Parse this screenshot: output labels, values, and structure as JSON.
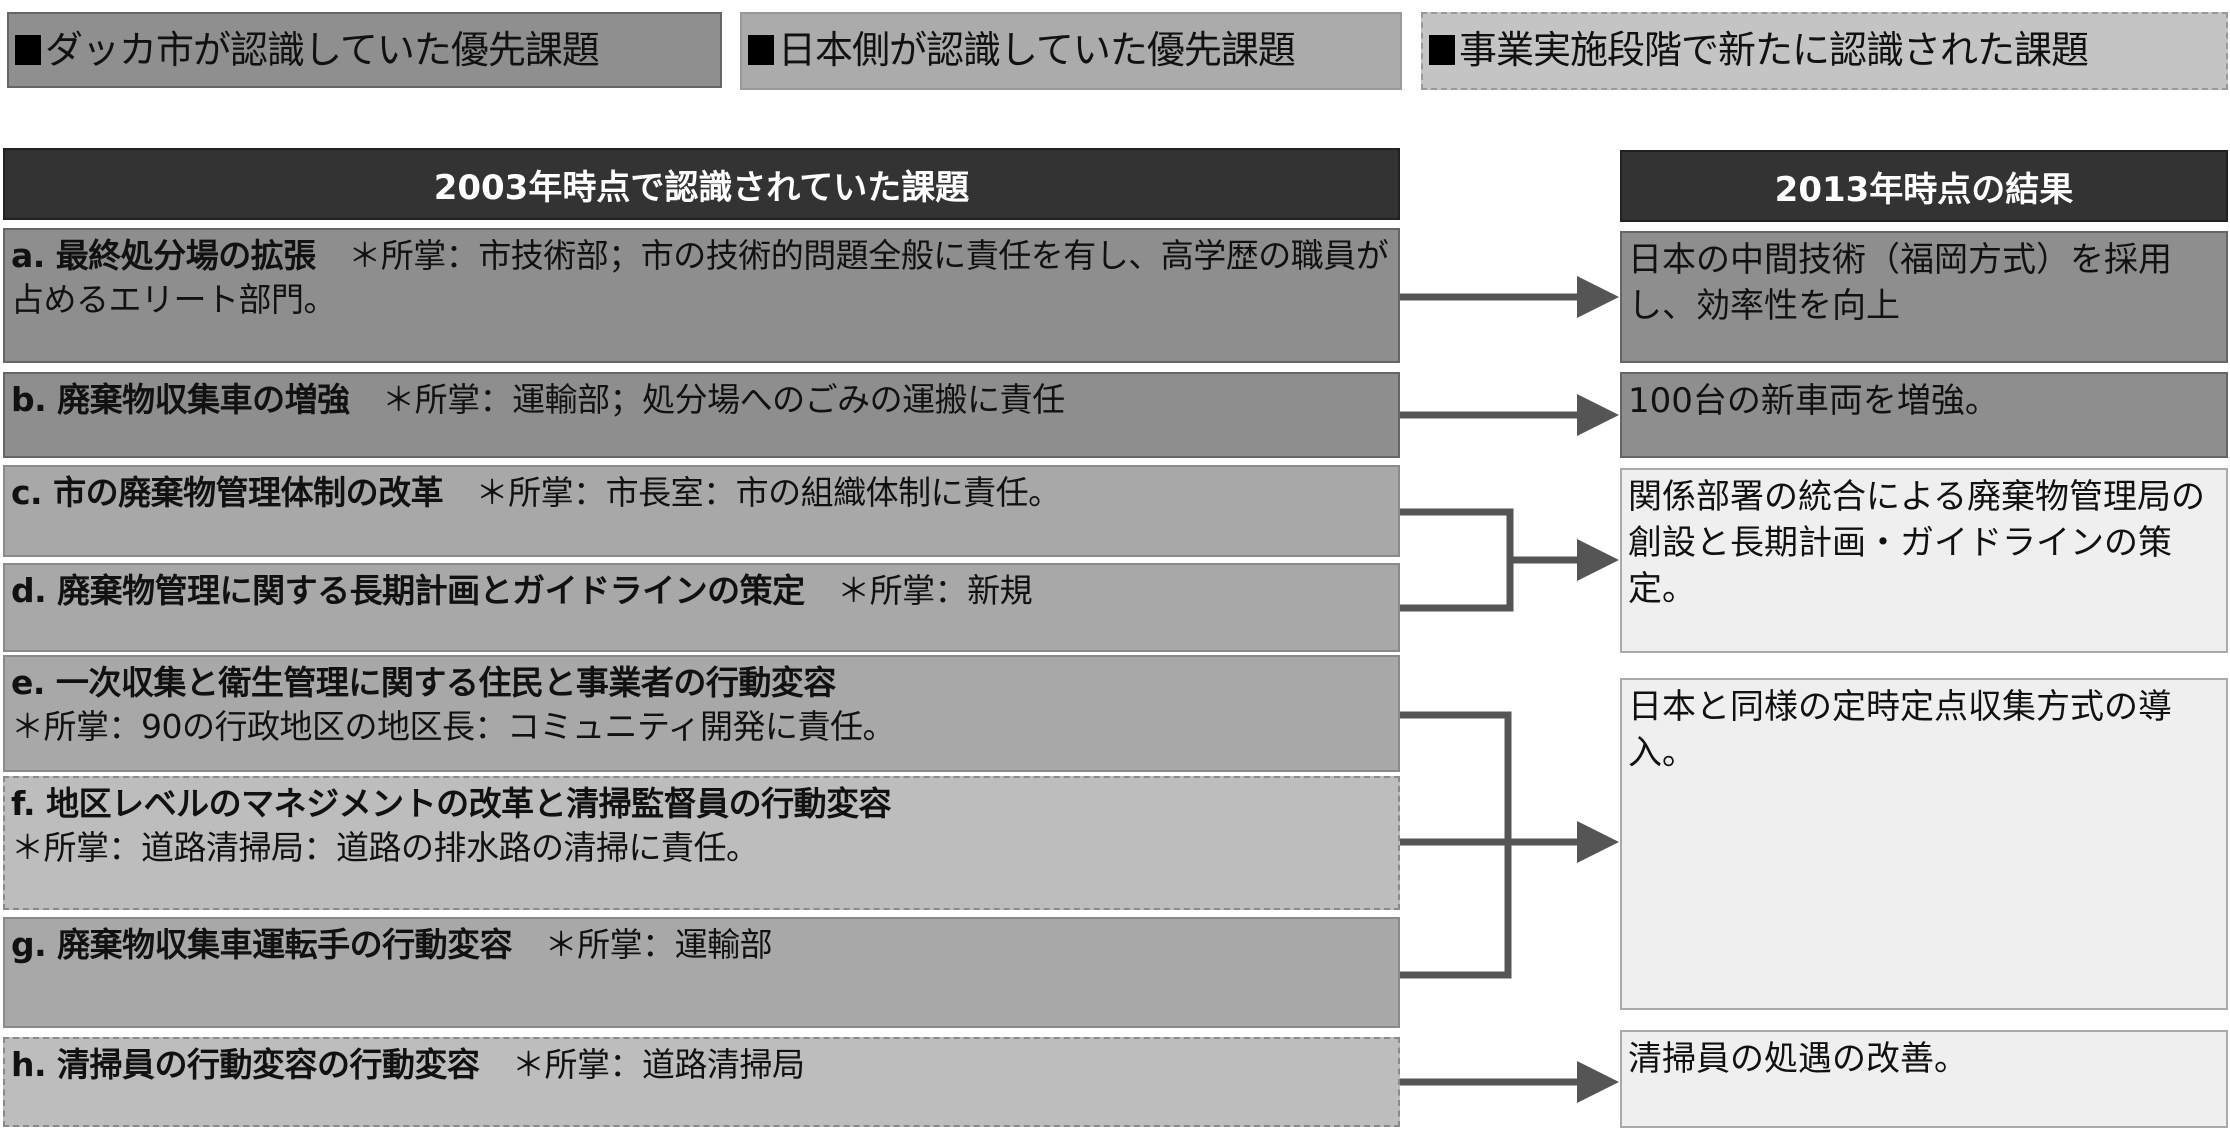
{
  "legend": [
    {
      "label": "ダッカ市が認識していた優先課題"
    },
    {
      "label": "日本側が認識していた優先課題"
    },
    {
      "label": "事業実施段階で新たに認識された課題"
    }
  ],
  "headers": {
    "left": "2003年時点で認識されていた課題",
    "right": "2013年時点の結果"
  },
  "issues": [
    {
      "title": "a. 最終処分場の拡張",
      "note": "＊所掌：市技術部；市の技術的問題全般に責任を有し、高学歴の職員が占めるエリート部門。",
      "category": "dhaka"
    },
    {
      "title": "b. 廃棄物収集車の増強",
      "note": "＊所掌：運輸部；処分場へのごみの運搬に責任",
      "category": "dhaka"
    },
    {
      "title": "c. 市の廃棄物管理体制の改革",
      "note": "＊所掌：市長室：市の組織体制に責任。",
      "category": "japan"
    },
    {
      "title": "d. 廃棄物管理に関する長期計画とガイドラインの策定",
      "note": "＊所掌：新規",
      "category": "japan"
    },
    {
      "title": "e. 一次収集と衛生管理に関する住民と事業者の行動変容",
      "note": "＊所掌：90の行政地区の地区長：コミュニティ開発に責任。",
      "category": "japan"
    },
    {
      "title": "f. 地区レベルのマネジメントの改革と清掃監督員の行動変容",
      "note": "＊所掌：道路清掃局：道路の排水路の清掃に責任。",
      "category": "new"
    },
    {
      "title": "g. 廃棄物収集車運転手の行動変容",
      "note": "＊所掌：運輸部",
      "category": "japan"
    },
    {
      "title": "h. 清掃員の行動変容の行動変容",
      "note": "＊所掌：道路清掃局",
      "category": "new"
    }
  ],
  "results": [
    {
      "text": "日本の中間技術（福岡方式）を採用し、効率性を向上"
    },
    {
      "text": "100台の新車両を増強。"
    },
    {
      "text": "関係部署の統合による廃棄物管理局の創設と長期計画・ガイドラインの策定。"
    },
    {
      "text": "日本と同様の定時定点収集方式の導入。"
    },
    {
      "text": "清掃員の処遇の改善。"
    }
  ],
  "colors": {
    "dhaka": "#8e8e8e",
    "japan": "#a8a8a8",
    "new": "#bdbdbd",
    "header": "#333333",
    "connector": "#555555"
  }
}
